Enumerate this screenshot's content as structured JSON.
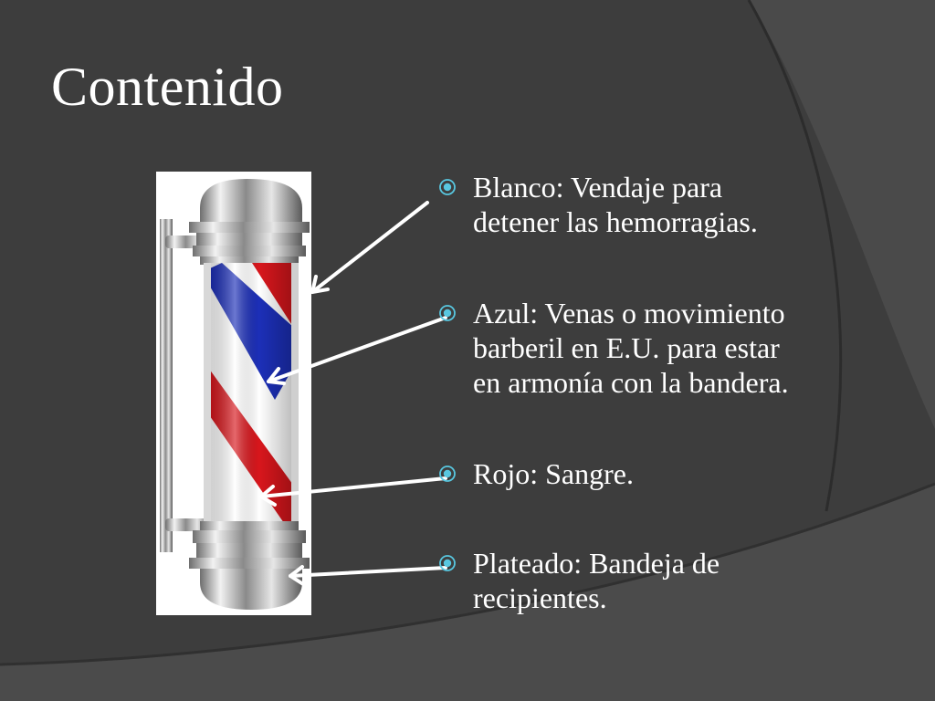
{
  "slide": {
    "title": "Contenido",
    "bullets": [
      {
        "lines": [
          "Blanco: Vendaje para",
          "detener las hemorragias."
        ]
      },
      {
        "lines": [
          "Azul: Venas o movimiento",
          "barberil en E.U. para estar",
          "en armonía con la bandera."
        ]
      },
      {
        "lines": [
          "Rojo: Sangre."
        ]
      },
      {
        "lines": [
          "Plateado: Bandeja de",
          "recipientes."
        ]
      }
    ]
  },
  "image": {
    "subject": "barber-pole",
    "stripe_colors": [
      "#ffffff",
      "#1c2fb8",
      "#d8161c"
    ]
  },
  "colors": {
    "background": "#3d3d3d",
    "swoosh": "#4a4a4a",
    "bullet_marker": "#58c7e0",
    "text": "#ffffff"
  }
}
